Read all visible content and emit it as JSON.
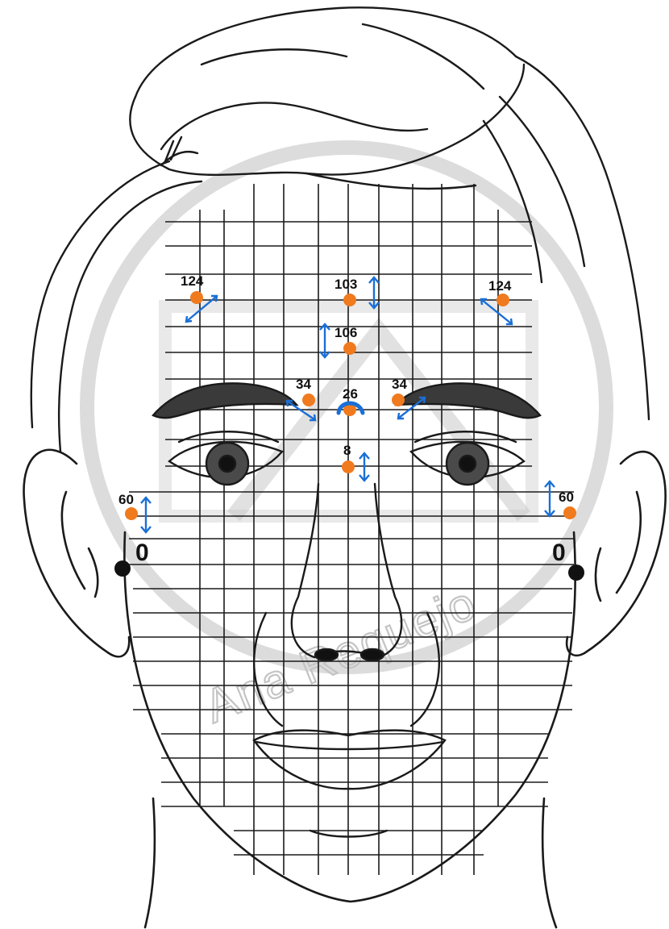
{
  "diagram": {
    "points": [
      {
        "id": "p124-left",
        "label": "124",
        "arrow": "diagonal-down-left"
      },
      {
        "id": "p103",
        "label": "103",
        "arrow": "vertical-right"
      },
      {
        "id": "p124-right",
        "label": "124",
        "arrow": "diagonal-down-right"
      },
      {
        "id": "p106",
        "label": "106",
        "arrow": "vertical-left"
      },
      {
        "id": "p34-left",
        "label": "34",
        "arrow": "diagonal-down-right"
      },
      {
        "id": "p26",
        "label": "26",
        "arrow": "arc"
      },
      {
        "id": "p34-right",
        "label": "34",
        "arrow": "diagonal-down-left"
      },
      {
        "id": "p8",
        "label": "8",
        "arrow": "vertical-right"
      },
      {
        "id": "p60-left",
        "label": "60",
        "arrow": "vertical-right"
      },
      {
        "id": "p60-right",
        "label": "60",
        "arrow": "vertical-left"
      }
    ],
    "ear_marks": [
      {
        "id": "ear-left",
        "label": "0"
      },
      {
        "id": "ear-right",
        "label": "0"
      }
    ],
    "watermark": {
      "text": "Ana Requejo"
    },
    "colors": {
      "point": "#f07a1e",
      "arrow": "#1a6fd6",
      "line": "#1a1a1a",
      "watermark": "#c4c4c4",
      "ear_dot": "#111111"
    }
  }
}
